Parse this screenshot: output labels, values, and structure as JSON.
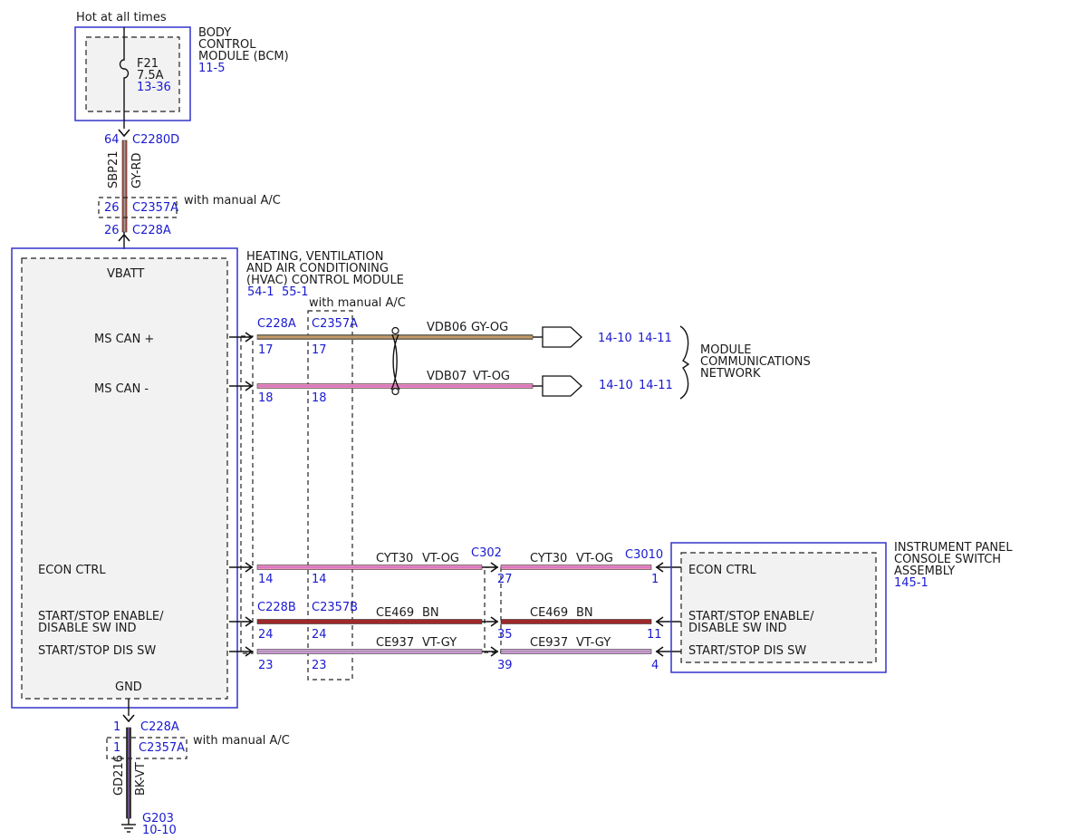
{
  "colors": {
    "module_border": "#3333cc",
    "reference_text": "#1a1ad0",
    "wire_gy_og": "#8e7d5c",
    "wire_vt_og": "#f090b8",
    "wire_bn": "#a02828",
    "wire_vt_gy": "#d8a0e0",
    "wire_gy_rd": "#c05040",
    "wire_bk_vt": "#2a2a2a",
    "box_fill": "#f2f2f2"
  },
  "power": {
    "hot_label": "Hot at all times",
    "bcm": {
      "title_lines": [
        "BODY",
        "CONTROL",
        "MODULE (BCM)"
      ],
      "ref": "11-5",
      "fuse": {
        "name": "F21",
        "rating": "7.5A",
        "ref": "13-36"
      }
    },
    "feed": {
      "pin_bcm": "64",
      "connector_bcm": "C2280D",
      "circuit": "SBP21",
      "color": "GY-RD",
      "inline_pin": "26",
      "inline_connector": "C2357A",
      "inline_note": "with manual A/C",
      "pin_hvac": "26",
      "connector_hvac": "C228A"
    }
  },
  "hvac": {
    "title_lines": [
      "HEATING, VENTILATION",
      "AND AIR CONDITIONING",
      "(HVAC) CONTROL MODULE"
    ],
    "refs": [
      "54-1",
      "55-1"
    ],
    "manual_ac_note": "with manual A/C",
    "pins": {
      "vbatt": "VBATT",
      "ms_can_plus": "MS CAN +",
      "ms_can_minus": "MS CAN -",
      "econ_ctrl": "ECON CTRL",
      "start_stop_enable": [
        "START/STOP ENABLE/",
        "DISABLE SW IND"
      ],
      "start_stop_dis": "START/STOP DIS SW",
      "gnd": "GND"
    }
  },
  "can_bus": {
    "connector_a": "C228A",
    "connector_b": "C2357A",
    "plus": {
      "pin_a": "17",
      "pin_b": "17",
      "circuit": "VDB06",
      "color": "GY-OG",
      "refs": [
        "14-10",
        "14-11"
      ]
    },
    "minus": {
      "pin_a": "18",
      "pin_b": "18",
      "circuit": "VDB07",
      "color": "VT-OG",
      "refs": [
        "14-10",
        "14-11"
      ]
    },
    "network_label_lines": [
      "MODULE",
      "COMMUNICATIONS",
      "NETWORK"
    ]
  },
  "switch_circuits": {
    "connector_b_a": "C228B",
    "connector_b_b": "C2357B",
    "inline_connector": "C302",
    "switch_connector": "C3010",
    "econ": {
      "pin_a": "14",
      "pin_b": "14",
      "circuit": "CYT30",
      "color": "VT-OG",
      "pin_c302": "27",
      "pin_switch": "1"
    },
    "enable": {
      "pin_a": "24",
      "pin_b": "24",
      "circuit": "CE469",
      "color": "BN",
      "pin_c302": "35",
      "pin_switch": "11"
    },
    "dis": {
      "pin_a": "23",
      "pin_b": "23",
      "circuit": "CE937",
      "color": "VT-GY",
      "pin_c302": "39",
      "pin_switch": "4"
    }
  },
  "switch_assembly": {
    "title_lines": [
      "INSTRUMENT PANEL",
      "CONSOLE SWITCH",
      "ASSEMBLY"
    ],
    "ref": "145-1",
    "pins": {
      "econ_ctrl": "ECON CTRL",
      "start_stop_enable": [
        "START/STOP ENABLE/",
        "DISABLE SW IND"
      ],
      "start_stop_dis": "START/STOP DIS SW"
    }
  },
  "ground": {
    "pin_a": "1",
    "connector_a": "C228A",
    "pin_b": "1",
    "connector_b": "C2357A",
    "note": "with manual A/C",
    "circuit": "GD216",
    "color": "BK-VT",
    "ground_point": "G203",
    "ref": "10-10"
  }
}
